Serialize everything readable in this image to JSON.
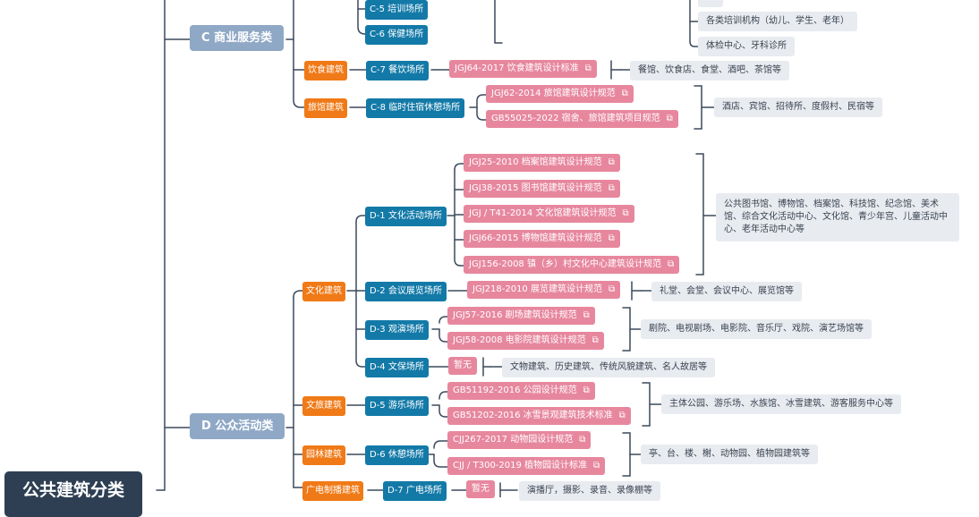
{
  "root": {
    "label": "公共建筑分类"
  },
  "link_icon": "external-link-icon",
  "colors": {
    "root": "#2e3f54",
    "level1": "#8fa8c6",
    "level2": "#f07a17",
    "level3": "#137aa8",
    "standard": "#e7879e",
    "tag": "#e8ebf0",
    "line": "#3c4a5c"
  },
  "partial": {
    "cut_label": "…",
    "sub_c5": "C-5 培训场所",
    "sub_c6": "C-6 保健场所",
    "tag_top": "…",
    "tag_train": "各类培训机构（幼儿、学生、老年）",
    "tag_health": "体检中心、牙科诊所"
  },
  "C": {
    "label": "C 商业服务类",
    "g_food": {
      "label": "饮食建筑",
      "sub": "C-7 餐饮场所",
      "std1": "JGJ64-2017 饮食建筑设计标准",
      "tag": "餐馆、饮食店、食堂、酒吧、茶馆等"
    },
    "g_hotel": {
      "label": "旅馆建筑",
      "sub": "C-8 临时住宿休憩场所",
      "std1": "JGJ62-2014 旅馆建筑设计规范",
      "std2": "GB55025-2022 宿舍、旅馆建筑项目规范",
      "tag": "酒店、宾馆、招待所、度假村、民宿等"
    }
  },
  "D": {
    "label": "D 公众活动类",
    "g_culture": {
      "label": "文化建筑",
      "d1": {
        "label": "D-1 文化活动场所",
        "std1": "JGJ25-2010 档案馆建筑设计规范",
        "std2": "JGJ38-2015 图书馆建筑设计规范",
        "std3": "JGJ / T41-2014 文化馆建筑设计规范",
        "std4": "JGJ66-2015 博物馆建筑设计规范",
        "std5": "JGJ156-2008 镇（乡）村文化中心建筑设计规范",
        "tag": "公共图书馆、博物馆、档案馆、科技馆、纪念馆、美术馆、综合文化活动中心、文化馆、青少年宫、儿童活动中心、老年活动中心等"
      },
      "d2": {
        "label": "D-2 会议展览场所",
        "std1": "JGJ218-2010 展览建筑设计规范",
        "tag": "礼堂、会堂、会议中心、展览馆等"
      },
      "d3": {
        "label": "D-3 观演场所",
        "std1": "JGJ57-2016 剧场建筑设计规范",
        "std2": "JGJ58-2008 电影院建筑设计规范",
        "tag": "剧院、电视剧场、电影院、音乐厅、戏院、演艺场馆等"
      },
      "d4": {
        "label": "D-4 文保场所",
        "std1": "暂无",
        "tag": "文物建筑、历史建筑、传统风貌建筑、名人故居等"
      }
    },
    "g_tour": {
      "label": "文旅建筑",
      "d5": {
        "label": "D-5 游乐场所",
        "std1": "GB51192-2016 公园设计规范",
        "std2": "GB51202-2016 冰雪景观建筑技术标准",
        "tag": "主体公园、游乐场、水族馆、冰雪建筑、游客服务中心等"
      }
    },
    "g_garden": {
      "label": "园林建筑",
      "d6": {
        "label": "D-6 休憩场所",
        "std1": "CJJ267-2017 动物园设计规范",
        "std2": "CJJ / T300-2019 植物园设计标准",
        "tag": "亭、台、楼、榭、动物园、植物园建筑等"
      }
    },
    "g_broadcast": {
      "label": "广电制播建筑",
      "d7": {
        "label": "D-7 广电场所",
        "std1": "暂无",
        "tag": "演播厅，摄影、录音、录像棚等"
      }
    }
  }
}
